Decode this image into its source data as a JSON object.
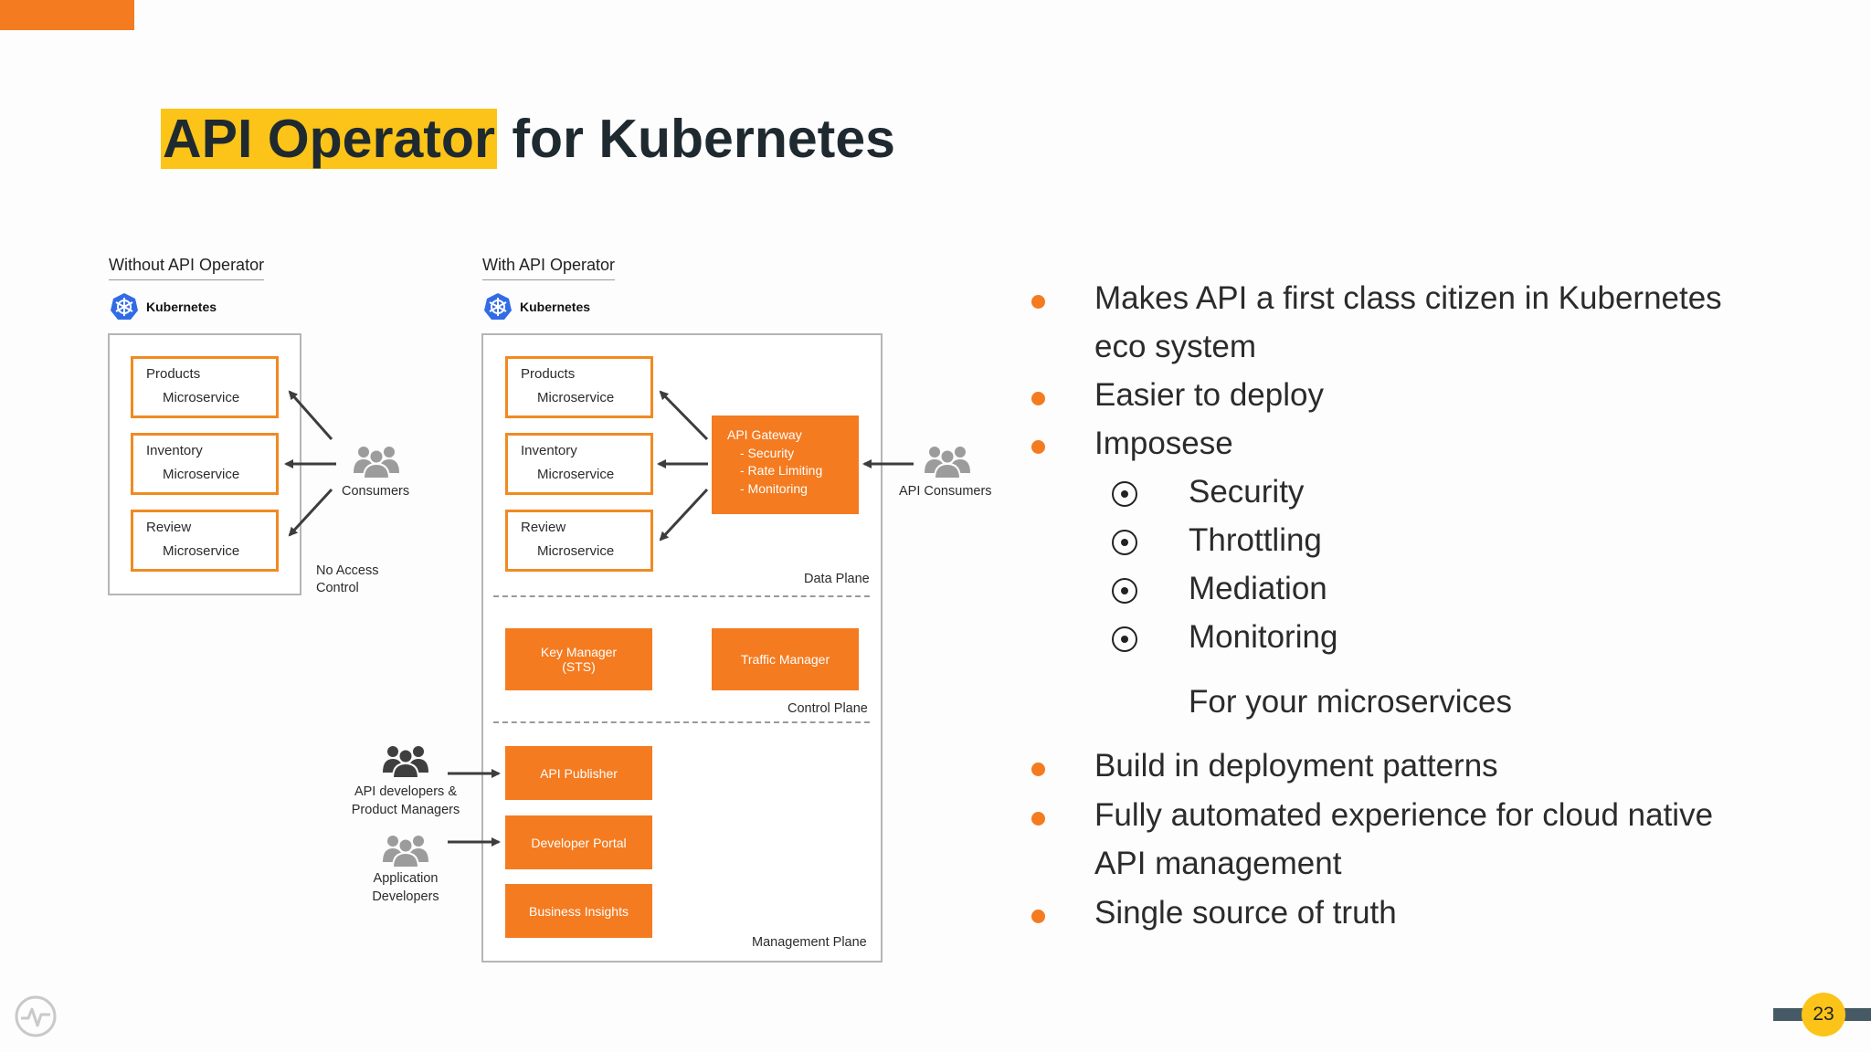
{
  "slide": {
    "title_highlight": "API Operator",
    "title_rest": " for Kubernetes",
    "page_number": "23",
    "accent_color": "#f47b20",
    "highlight_color": "#fcc419"
  },
  "left_diagram": {
    "heading": "Without API Operator",
    "kubernetes_label": "Kubernetes",
    "services": [
      {
        "name": "Products",
        "type": "Microservice"
      },
      {
        "name": "Inventory",
        "type": "Microservice"
      },
      {
        "name": "Review",
        "type": "Microservice"
      }
    ],
    "consumers_label": "Consumers",
    "no_access_line1": "No Access",
    "no_access_line2": "Control"
  },
  "right_diagram": {
    "heading": "With API Operator",
    "kubernetes_label": "Kubernetes",
    "services": [
      {
        "name": "Products",
        "type": "Microservice"
      },
      {
        "name": "Inventory",
        "type": "Microservice"
      },
      {
        "name": "Review",
        "type": "Microservice"
      }
    ],
    "gateway": {
      "title": "API Gateway",
      "features": [
        "- Security",
        "- Rate Limiting",
        "- Monitoring"
      ]
    },
    "api_consumers_label": "API Consumers",
    "data_plane_label": "Data Plane",
    "key_manager_line1": "Key Manager",
    "key_manager_line2": "(STS)",
    "traffic_manager": "Traffic Manager",
    "control_plane_label": "Control Plane",
    "api_publisher": "API Publisher",
    "developer_portal": "Developer Portal",
    "business_insights": "Business Insights",
    "management_plane_label": "Management Plane",
    "api_devs_line1": "API developers &",
    "api_devs_line2": "Product Managers",
    "app_devs_line1": "Application",
    "app_devs_line2": "Developers"
  },
  "bullets": {
    "b1_line1": "Makes API a first class citizen in Kubernetes",
    "b1_line2": "eco system",
    "b2": "Easier to deploy",
    "b3": "Imposese",
    "sub": [
      "Security",
      "Throttling",
      "Mediation",
      "Monitoring"
    ],
    "sub_footer": "For your microservices",
    "b4": "Build in deployment patterns",
    "b5_line1": "Fully automated experience for cloud native",
    "b5_line2": "API management",
    "b6": "Single source of truth"
  }
}
